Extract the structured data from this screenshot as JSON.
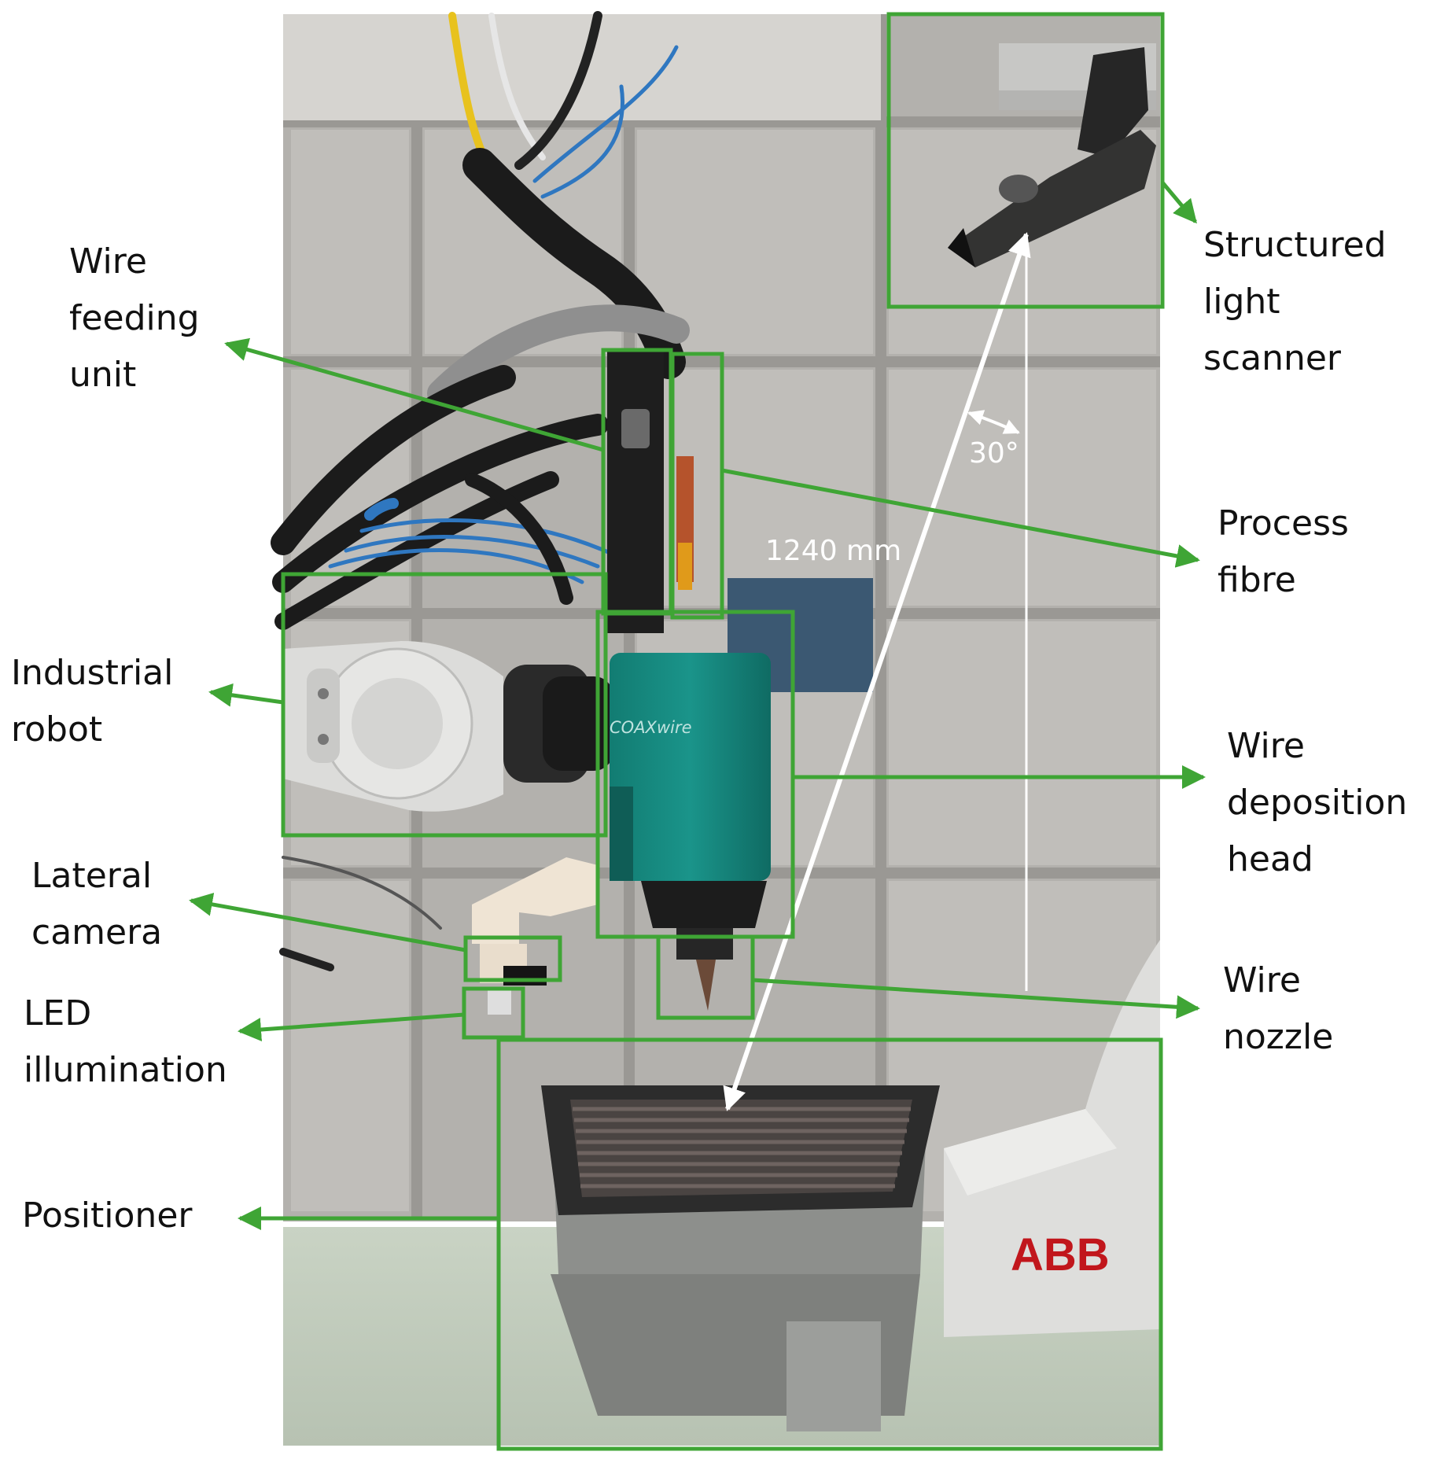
{
  "colors": {
    "annotation": "#3fa535",
    "measurement": "#ffffff",
    "text": "#111111"
  },
  "labels": {
    "wire_feeding_unit": "Wire\nfeeding\nunit",
    "industrial_robot": "Industrial\nrobot",
    "lateral_camera": "Lateral\ncamera",
    "led_illumination": "LED\nillumination",
    "positioner": "Positioner",
    "structured_light_scanner": "Structured\nlight\nscanner",
    "process_fibre": "Process\nfibre",
    "wire_deposition_head": "Wire\ndeposition\nhead",
    "wire_nozzle": "Wire\nnozzle"
  },
  "photo_text": {
    "head_brand": "COAXwire",
    "positioner_brand": "ABB"
  },
  "measurements": {
    "distance": "1240 mm",
    "angle": "30°"
  }
}
